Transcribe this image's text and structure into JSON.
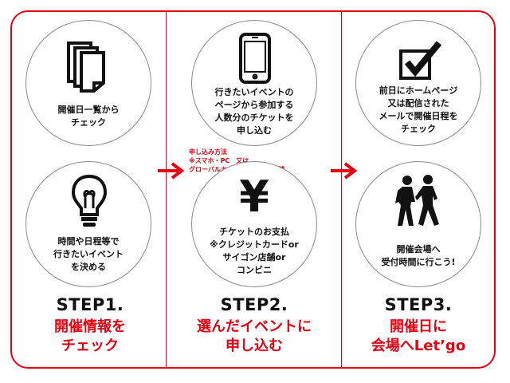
{
  "colors": {
    "accent": "#e60012",
    "text": "#111111",
    "circle_border": "#8a8a8a"
  },
  "col1": {
    "circle_top": {
      "icon": "document-icon",
      "lines": [
        "開催日一覧から",
        "チェック"
      ]
    },
    "circle_bottom": {
      "icon": "lightbulb-icon",
      "lines": [
        "時間や日程等で",
        "行きたいイベント",
        "を決める"
      ]
    },
    "step": "STEP1.",
    "sub": [
      "開催情報を",
      "チェック"
    ]
  },
  "col2": {
    "circle_top": {
      "icon": "smartphone-icon",
      "lines": [
        "行きたいイベントの",
        "ページから参加する",
        "人数分のチケットを",
        "申し込む"
      ]
    },
    "note": [
      "申し込み方法",
      "※スマホ・PC　又は",
      "グローバルキッチンサイゴン店舗"
    ],
    "circle_bottom": {
      "icon": "yen-icon",
      "icon_text": "¥",
      "lines": [
        "チケットのお支払",
        "※クレジットカードor",
        "サイゴン店舗or",
        "コンビニ"
      ]
    },
    "step": "STEP2.",
    "sub": [
      "選んだイベントに",
      "申し込む"
    ]
  },
  "col3": {
    "circle_top": {
      "icon": "checkmark-icon",
      "lines": [
        "前日にホームページ",
        "又は配信された",
        "メールで開催日程を",
        "チェック"
      ]
    },
    "circle_bottom": {
      "icon": "walking-people-icon",
      "lines": [
        "開催会場へ",
        "受付時間に行こう!"
      ]
    },
    "step": "STEP3.",
    "sub": [
      "開催日に",
      "会場へLet’go"
    ]
  }
}
